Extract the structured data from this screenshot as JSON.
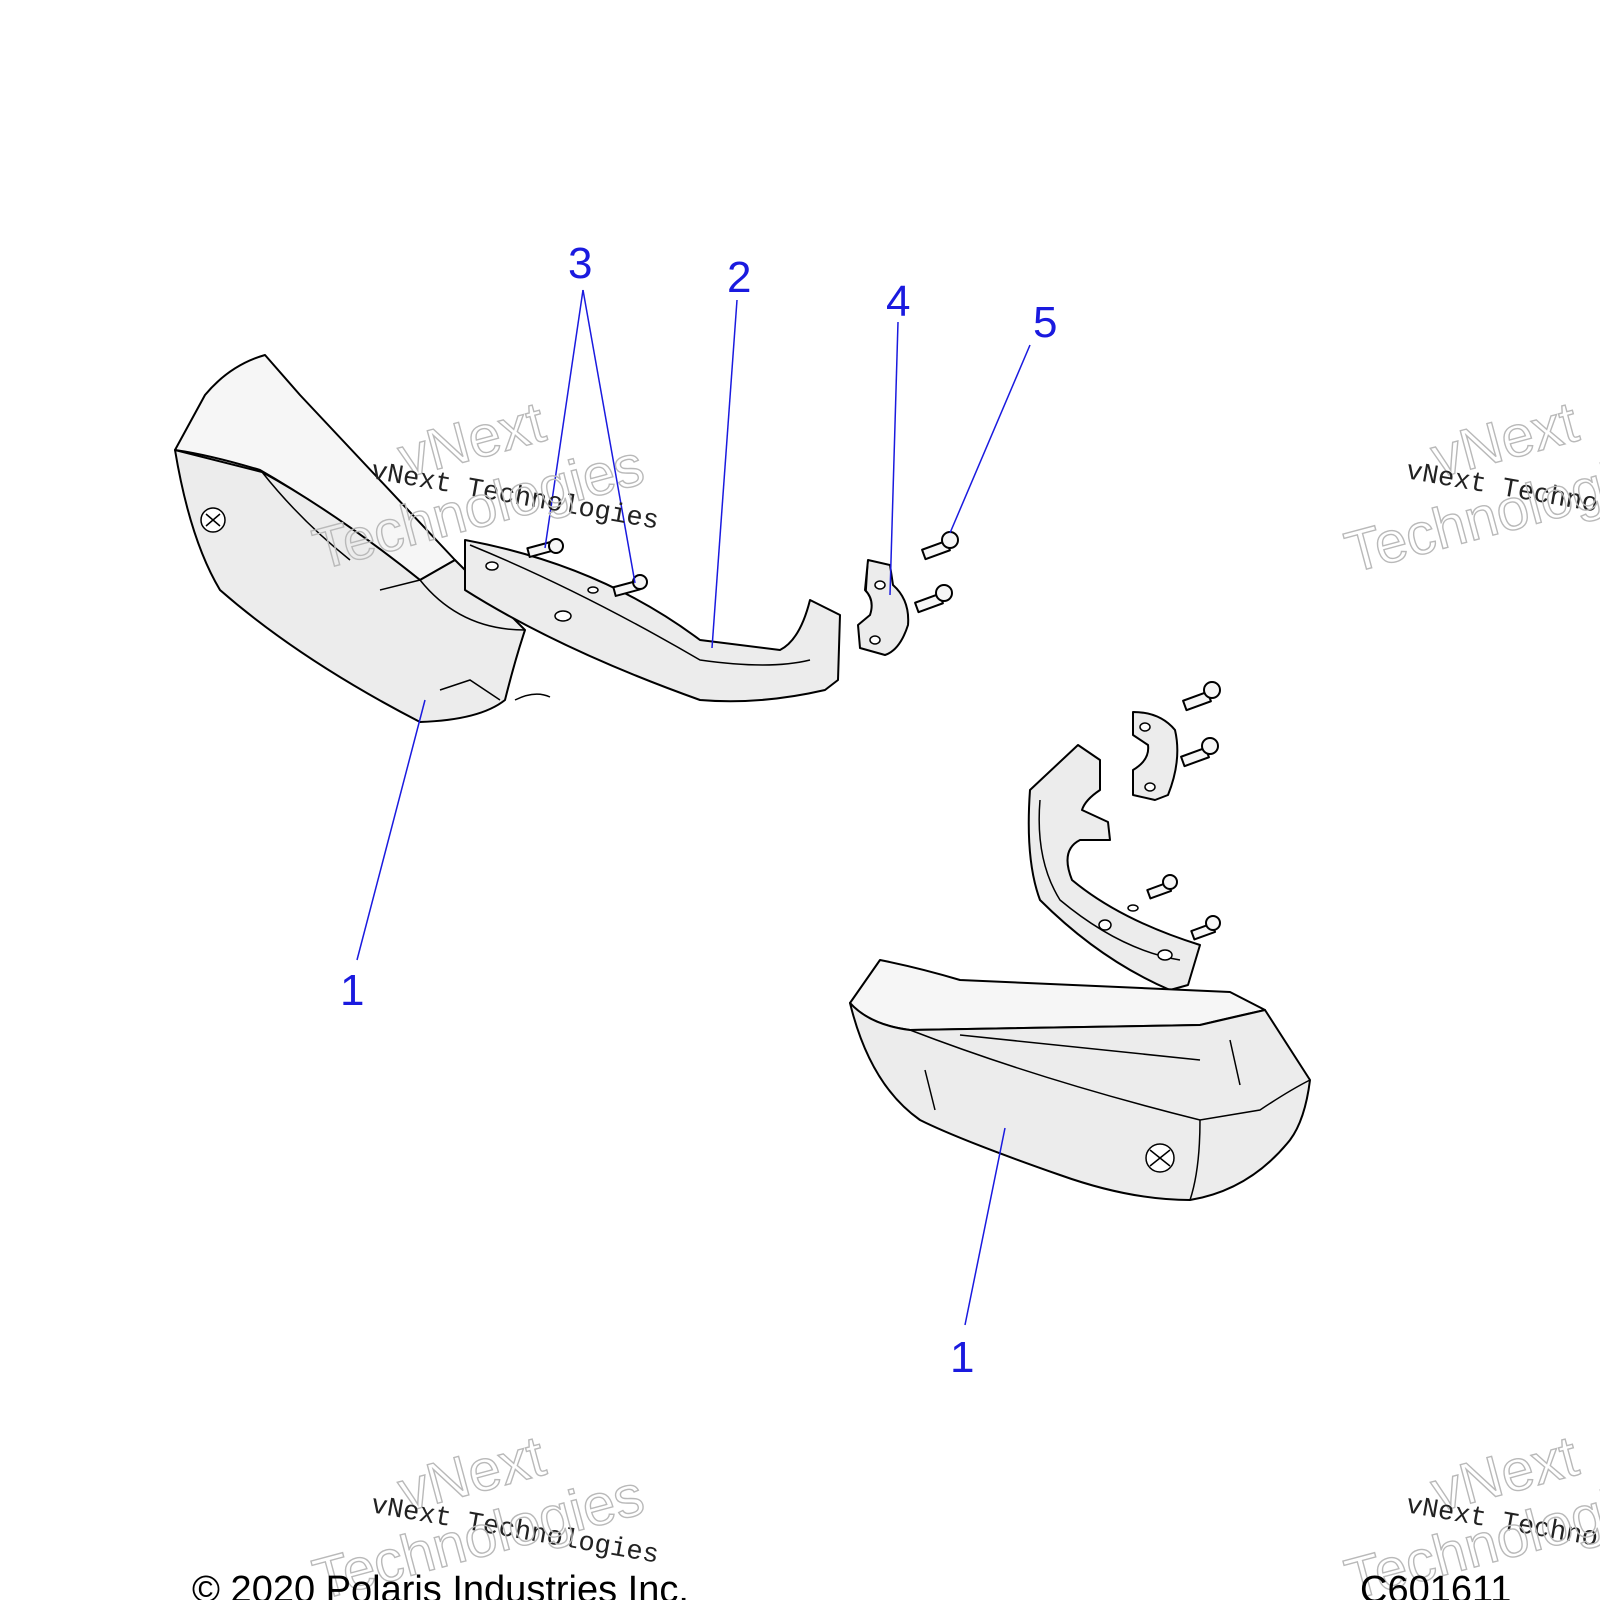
{
  "callouts": {
    "c1a": "1",
    "c1b": "1",
    "c2": "2",
    "c3": "3",
    "c4": "4",
    "c5": "5"
  },
  "watermark": {
    "line_small": "vNext Technologies",
    "line_big_1": "vNext",
    "line_big_2": "Technologies"
  },
  "footer": {
    "copyright": "© 2020 Polaris Industries Inc.",
    "figure_id": "C601611"
  }
}
